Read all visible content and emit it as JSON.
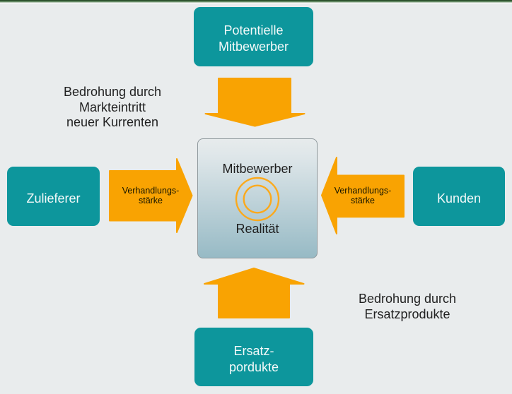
{
  "diagram": {
    "boxes": {
      "top": {
        "lines": [
          "Potentielle",
          "Mitbewerber"
        ]
      },
      "left": {
        "label": "Zulieferer"
      },
      "right": {
        "label": "Kunden"
      },
      "bottom": {
        "lines": [
          "Ersatz-",
          "pordukte"
        ]
      }
    },
    "center": {
      "top_label": "Mitbewerber",
      "bottom_label": "Realität",
      "icon": "concentric-rings-icon"
    },
    "annotations": {
      "top_left": {
        "lines": [
          "Bedrohung durch",
          "Markteintritt",
          "neuer Kurrenten"
        ]
      },
      "bottom_right": {
        "lines": [
          "Bedrohung durch",
          "Ersatzprodukte"
        ]
      },
      "left_arrow": {
        "lines": [
          "Verhandlungs-",
          "stärke"
        ]
      },
      "right_arrow": {
        "lines": [
          "Verhandlungs-",
          "stärke"
        ]
      }
    },
    "colors": {
      "background": "#e9eced",
      "teal_box": "#0d969c",
      "arrow_orange": "#f9a302",
      "ring_orange": "#fba91c",
      "center_gradient_top": "#e7ebec",
      "center_gradient_bottom": "#9bbcc6",
      "center_border": "#8f999d",
      "top_rule_green": "#3f6b3f",
      "box_text": "#f3f9f9",
      "note_text": "#212121"
    }
  }
}
